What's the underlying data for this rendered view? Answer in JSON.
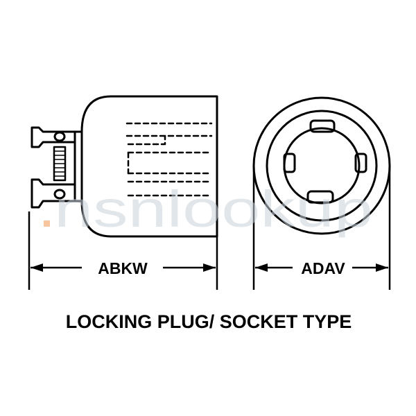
{
  "diagram": {
    "dim_left_label": "ABKW",
    "dim_right_label": "ADAV",
    "caption": "LOCKING PLUG/ SOCKET TYPE"
  },
  "watermark": {
    "text": "nsnlookup"
  },
  "colors": {
    "line": "#000000",
    "background": "#ffffff"
  }
}
